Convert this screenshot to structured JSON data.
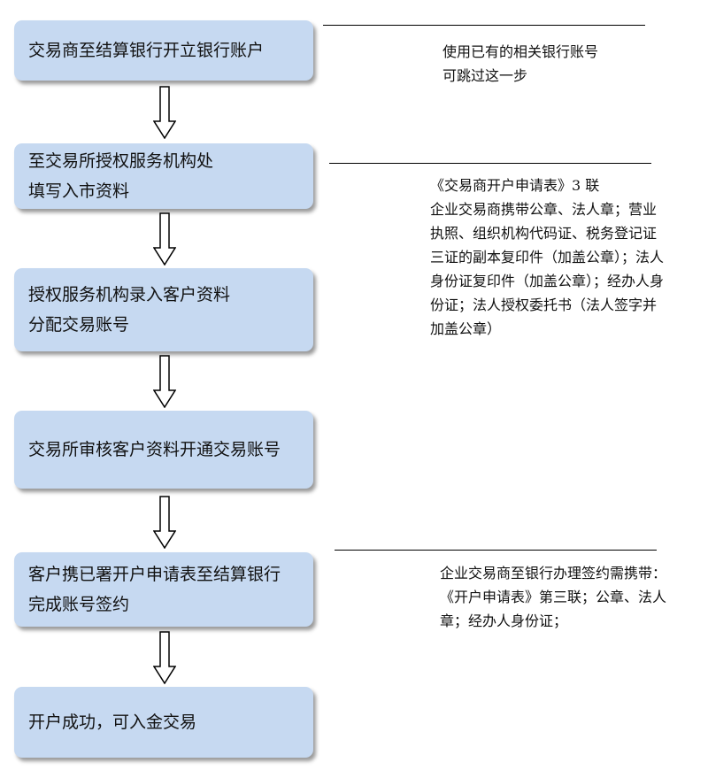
{
  "steps": [
    {
      "lines": [
        "交易商至结算银行开立银行账户"
      ]
    },
    {
      "lines": [
        "至交易所授权服务机构处",
        "填写入市资料"
      ]
    },
    {
      "lines": [
        "授权服务机构录入客户资料",
        "分配交易账号"
      ]
    },
    {
      "lines": [
        "交易所审核客户资料开通交易账号"
      ]
    },
    {
      "lines": [
        "客户携已署开户申请表至结算银行",
        "完成账号签约"
      ]
    },
    {
      "lines": [
        "开户成功，可入金交易"
      ]
    }
  ],
  "notes": [
    {
      "lines": [
        "使用已有的相关银行账号",
        "可跳过这一步"
      ]
    },
    {
      "lines": [
        "《交易商开户申请表》3 联",
        "企业交易商携带公章、法人章；营业",
        "执照、组织机构代码证、税务登记证",
        "三证的副本复印件（加盖公章）；法人",
        "身份证复印件（加盖公章）；经办人身",
        "份证；法人授权委托书（法人签字并",
        "加盖公章）"
      ]
    },
    {
      "lines": [
        "企业交易商至银行办理签约需携带：",
        "《开户申请表》第三联；公章、法人",
        "章；经办人身份证；"
      ]
    }
  ],
  "colors": {
    "box_fill": "#c6d9f1",
    "line": "#000000"
  }
}
